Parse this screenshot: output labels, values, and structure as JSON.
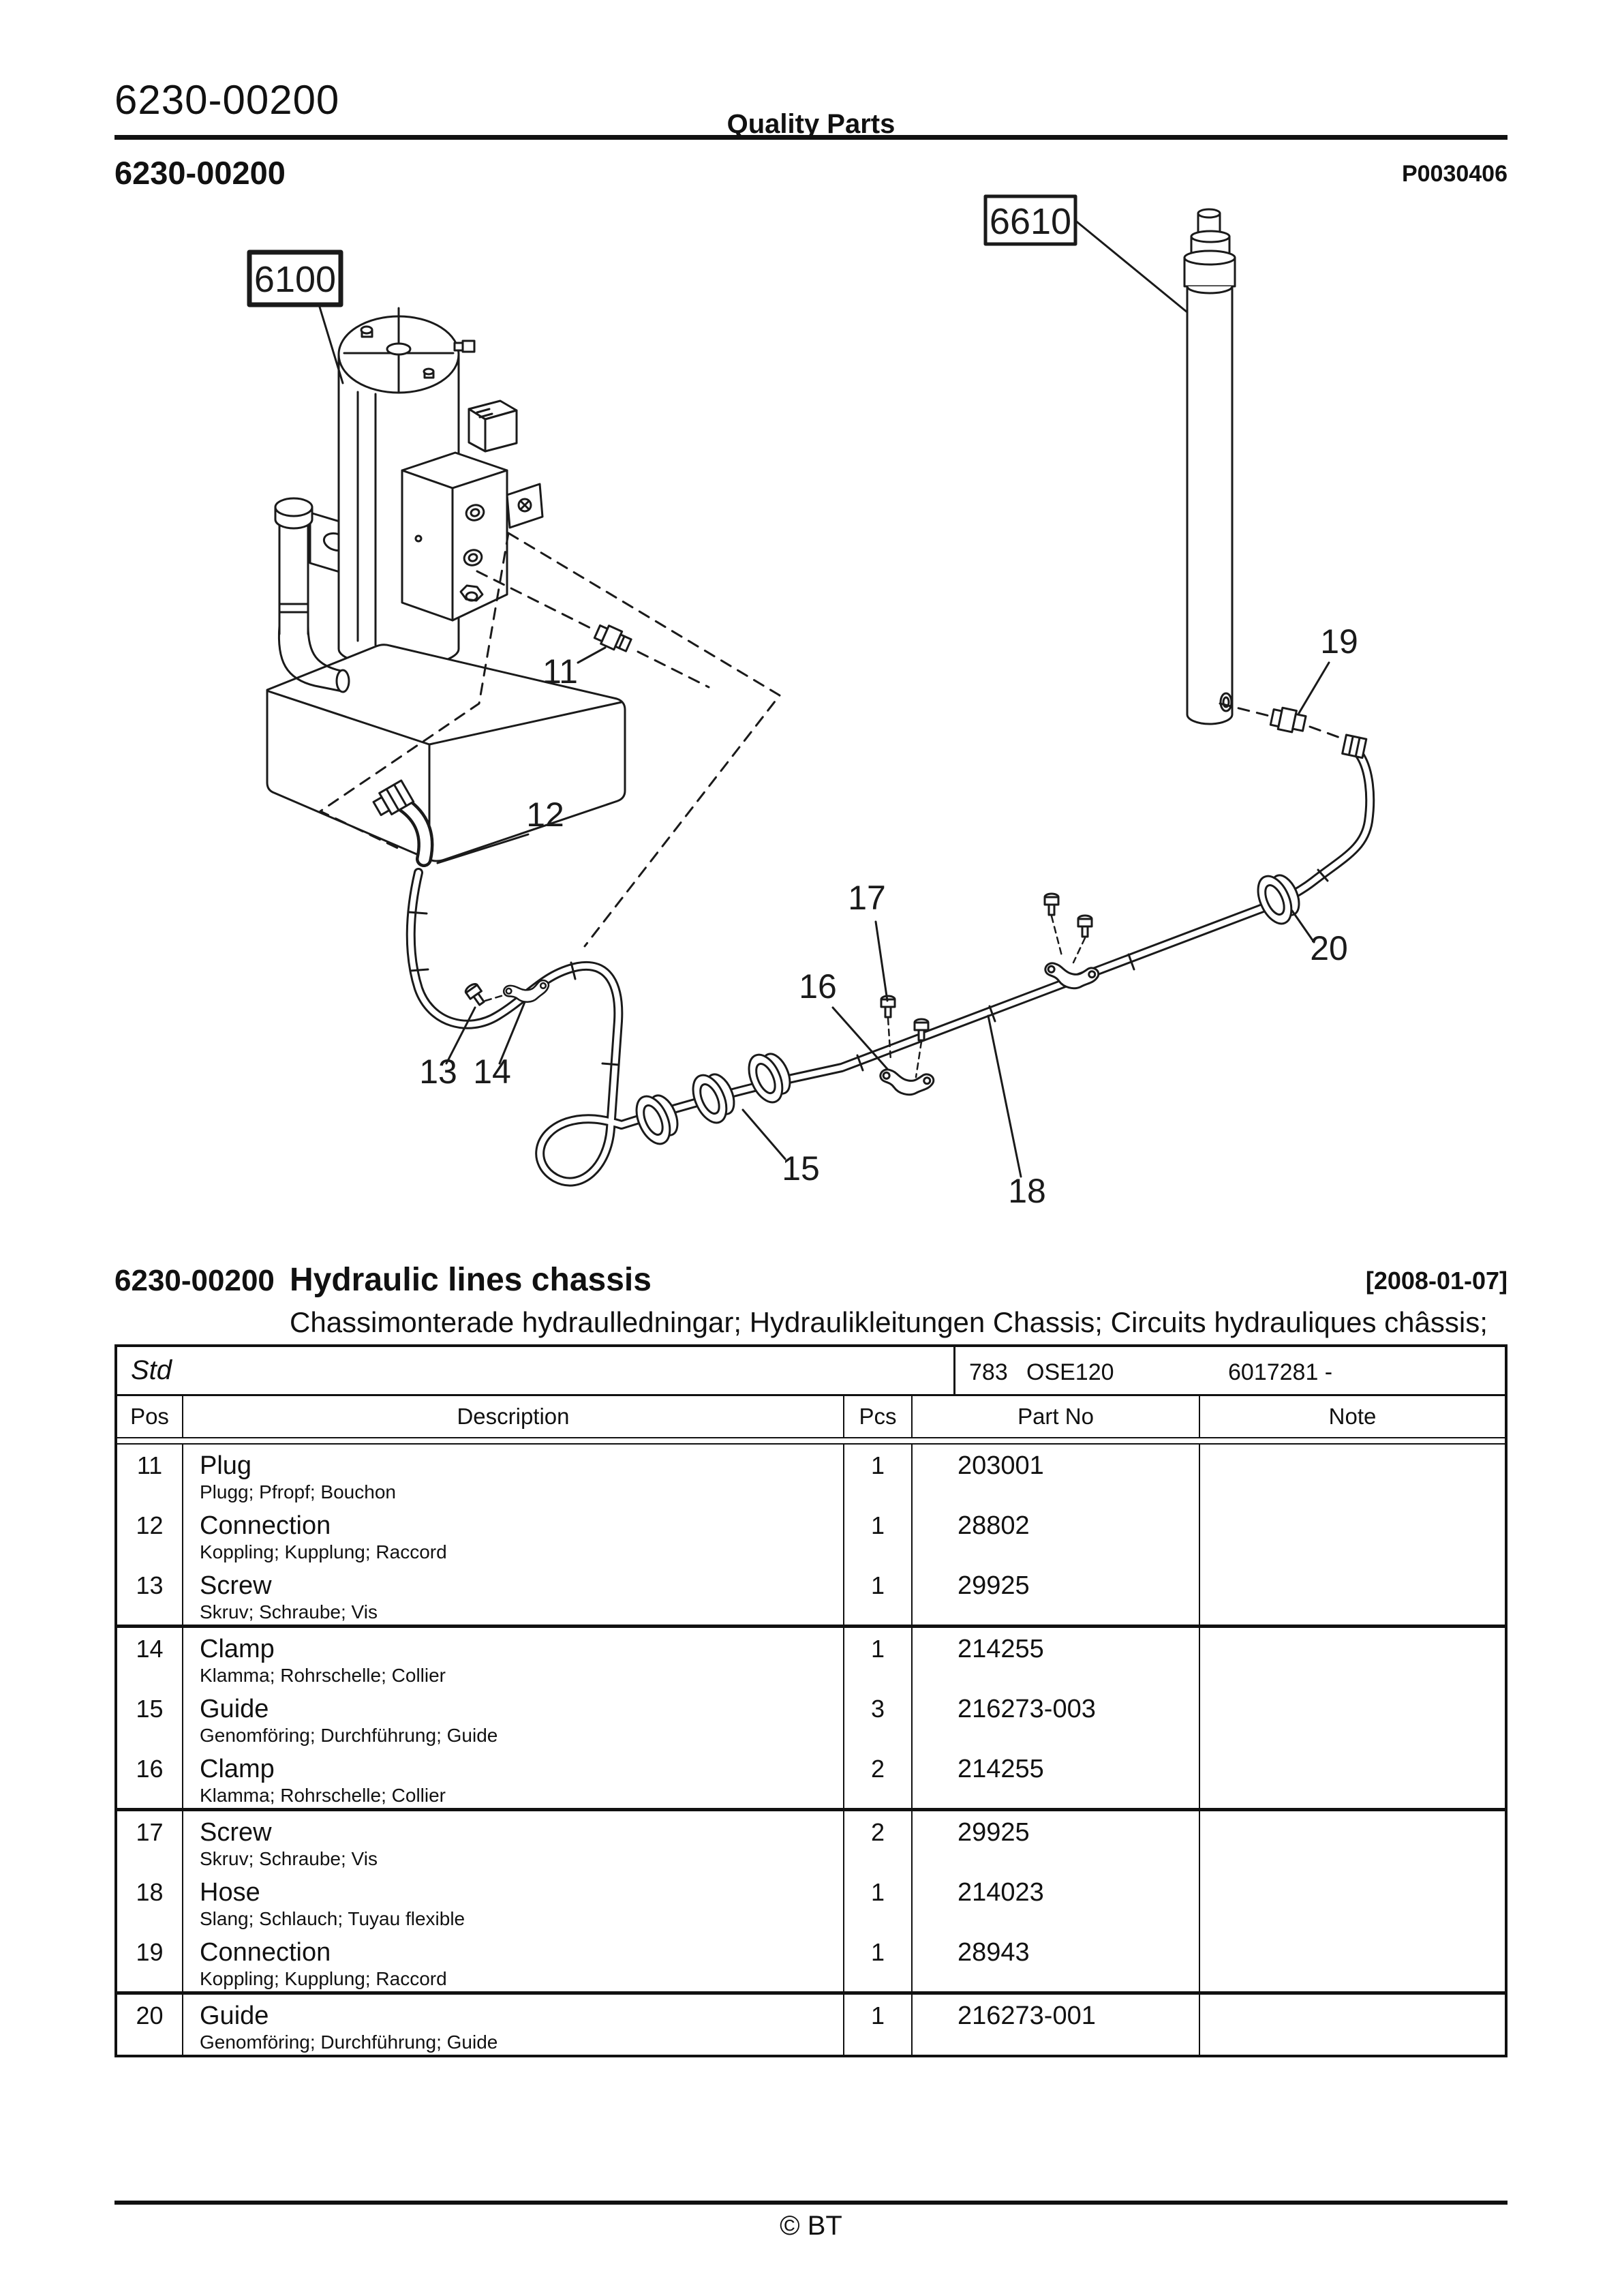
{
  "header": {
    "part_number": "6230-00200",
    "manual_title": "Quality Parts",
    "section_number": "6230-00200",
    "figure_ref": "P0030406"
  },
  "diagram": {
    "ref_boxes": [
      {
        "label": "6100"
      },
      {
        "label": "6610"
      }
    ],
    "callouts": [
      {
        "text": "11"
      },
      {
        "text": "12"
      },
      {
        "text": "13"
      },
      {
        "text": "14"
      },
      {
        "text": "15"
      },
      {
        "text": "16"
      },
      {
        "text": "17"
      },
      {
        "text": "18"
      },
      {
        "text": "19"
      },
      {
        "text": "20"
      }
    ]
  },
  "section": {
    "number": "6230-00200",
    "title": "Hydraulic lines chassis",
    "revision_date": "[2008-01-07]",
    "subtitle": "Chassimonterade hydraulledningar; Hydraulikleitungen Chassis; Circuits hydrauliques châssis;"
  },
  "parts_table": {
    "variant": "Std",
    "code": "783",
    "model": "OSE120",
    "serial_range": "6017281 -",
    "columns": {
      "pos": "Pos",
      "description": "Description",
      "pcs": "Pcs",
      "part_no": "Part No",
      "note": "Note"
    },
    "rows": [
      {
        "pos": "11",
        "description": "Plug",
        "translations": "Plugg; Pfropf; Bouchon",
        "pcs": "1",
        "part_no": "203001",
        "note": "",
        "group_end": false
      },
      {
        "pos": "12",
        "description": "Connection",
        "translations": "Koppling; Kupplung; Raccord",
        "pcs": "1",
        "part_no": "28802",
        "note": "",
        "group_end": false
      },
      {
        "pos": "13",
        "description": "Screw",
        "translations": "Skruv; Schraube; Vis",
        "pcs": "1",
        "part_no": "29925",
        "note": "",
        "group_end": true
      },
      {
        "pos": "14",
        "description": "Clamp",
        "translations": "Klamma; Rohrschelle; Collier",
        "pcs": "1",
        "part_no": "214255",
        "note": "",
        "group_end": false
      },
      {
        "pos": "15",
        "description": "Guide",
        "translations": "Genomföring; Durchführung; Guide",
        "pcs": "3",
        "part_no": "216273-003",
        "note": "",
        "group_end": false
      },
      {
        "pos": "16",
        "description": "Clamp",
        "translations": "Klamma; Rohrschelle; Collier",
        "pcs": "2",
        "part_no": "214255",
        "note": "",
        "group_end": true
      },
      {
        "pos": "17",
        "description": "Screw",
        "translations": "Skruv; Schraube; Vis",
        "pcs": "2",
        "part_no": "29925",
        "note": "",
        "group_end": false
      },
      {
        "pos": "18",
        "description": "Hose",
        "translations": "Slang; Schlauch; Tuyau flexible",
        "pcs": "1",
        "part_no": "214023",
        "note": "",
        "group_end": false
      },
      {
        "pos": "19",
        "description": "Connection",
        "translations": "Koppling; Kupplung; Raccord",
        "pcs": "1",
        "part_no": "28943",
        "note": "",
        "group_end": true
      },
      {
        "pos": "20",
        "description": "Guide",
        "translations": "Genomföring; Durchführung; Guide",
        "pcs": "1",
        "part_no": "216273-001",
        "note": "",
        "group_end": false
      }
    ]
  },
  "footer": {
    "copyright": "© BT"
  }
}
